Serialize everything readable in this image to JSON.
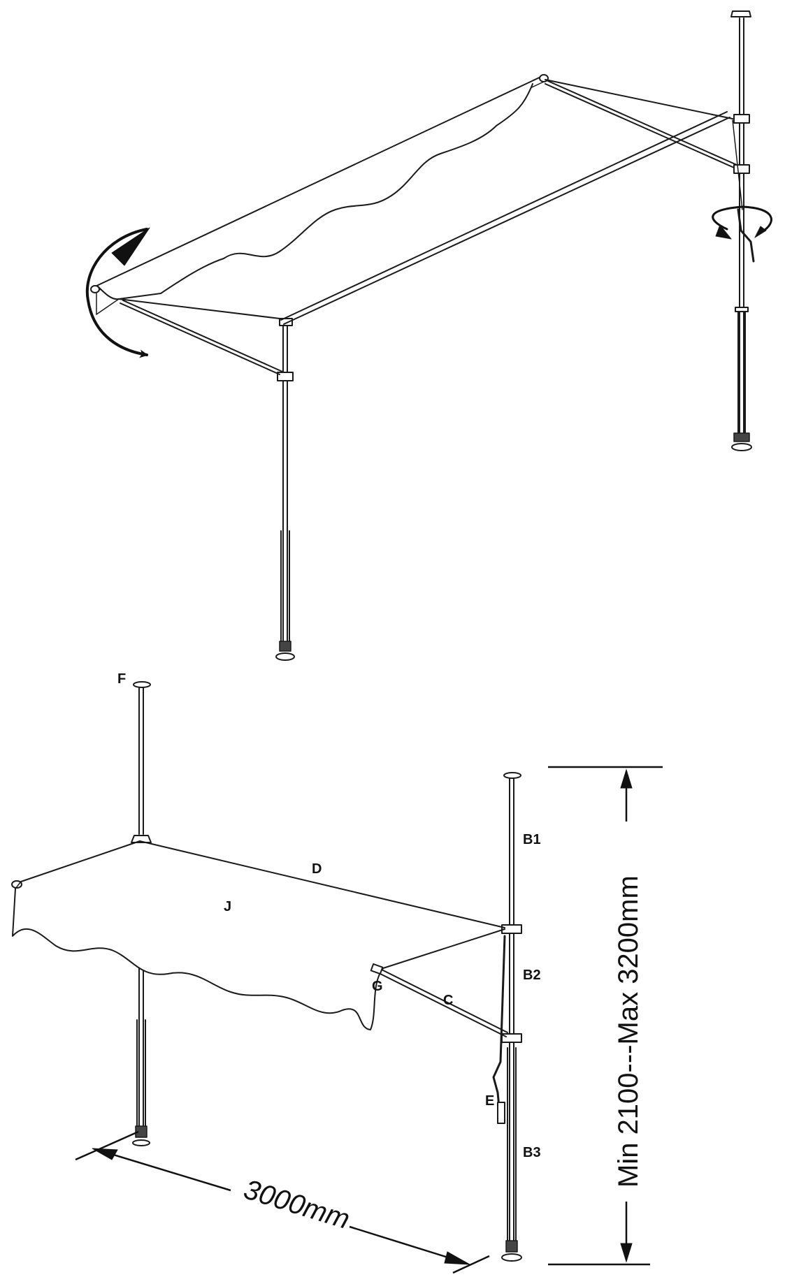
{
  "labels": {
    "F": "F",
    "D": "D",
    "J": "J",
    "G": "G",
    "C": "C",
    "E": "E",
    "B1": "B1",
    "B2": "B2",
    "B3": "B3"
  },
  "dimensions": {
    "width": "3000mm",
    "height": "Min 2100---Max 3200mm"
  },
  "icons": [
    "tilt-arrow-icon",
    "crank-rotation-arrow-icon"
  ],
  "colors": {
    "line": "#1a1a1a",
    "background": "#ffffff"
  }
}
